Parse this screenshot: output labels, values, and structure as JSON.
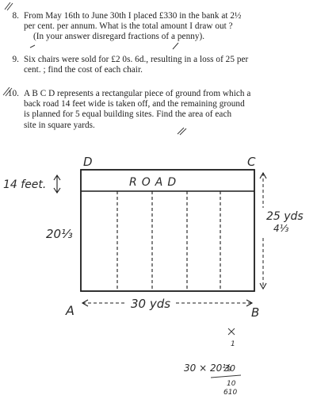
{
  "questions": [
    {
      "number": "8.",
      "lines": [
        "From May 16th to June 30th I placed £330 in the bank at 2½",
        "per cent. per annum.   What is the total amount I draw out ?",
        "(In your answer disregard fractions of a penny)."
      ]
    },
    {
      "number": "9.",
      "lines": [
        "Six chairs were sold for £2 0s. 6d., resulting in a loss of 25 per",
        "cent. ; find the cost of each chair."
      ]
    },
    {
      "number": "10.",
      "lines": [
        "A B C D represents a rectangular piece of ground from which a",
        "back road 14 feet wide is taken off, and the remaining ground",
        "is planned for 5 equal building sites.   Find the area of each",
        "site in square yards."
      ]
    }
  ],
  "diagram": {
    "corner_labels": {
      "top_left": "D",
      "top_right": "C",
      "bottom_left": "A",
      "bottom_right": "B"
    },
    "road_label": "ROAD",
    "width_label": "30 yds",
    "height_label": "25 yds",
    "road_width_label": "14 feet.",
    "building_sites": 5
  },
  "handwritten_notes": {
    "left_side": "20⅓",
    "right_side": "4⅓",
    "work_top": "1",
    "work_multiplication": "30 × 20⅓",
    "work_product": "30",
    "work_sum": "10",
    "work_total": "610"
  }
}
